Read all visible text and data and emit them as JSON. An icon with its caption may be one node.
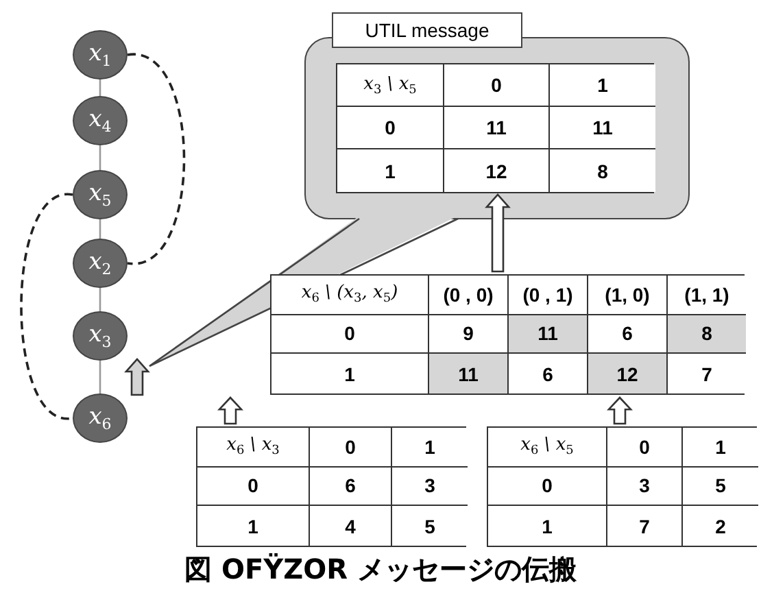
{
  "diagram": {
    "caption": "図 OFŸZOR メッセージの伝搬",
    "nodes": [
      {
        "text": [
          "x$_{1}$"
        ]
      },
      {
        "text": [
          "x$_{4}$"
        ]
      },
      {
        "text": [
          "x$_{5}$"
        ]
      },
      {
        "text": [
          "x$_{2}$"
        ]
      },
      {
        "text": [
          "x$_{3}$"
        ]
      },
      {
        "text": [
          "x$_{6}$"
        ]
      },
      {
        "text": [
          "UTIL message"
        ]
      },
      {
        "text": [
          "x$_{3}$ \\ x$_{5}$",
          "0",
          "1",
          "0",
          "11",
          "11",
          "1",
          "12",
          "8"
        ],
        "in": 6
      },
      {
        "text": [
          "x$_{6}$ \\ (x$_{3}$, x$_{5}$)",
          "(0 , 0)",
          "(0 , 1)",
          "(1, 0)",
          "(1, 1)",
          "0",
          "9",
          "11",
          "6",
          "8",
          "1",
          "11",
          "6",
          "12",
          "7"
        ]
      },
      {
        "text": [
          "x$_{6}$ \\ x$_{3}$",
          "0",
          "1",
          "0",
          "6",
          "3",
          "1",
          "4",
          "5"
        ]
      },
      {
        "text": [
          "x$_{6}$ \\ x$_{5}$",
          "0",
          "1",
          "0",
          "3",
          "5",
          "1",
          "7",
          "2"
        ]
      }
    ],
    "edges": [
      {
        "from": 0,
        "to": 1,
        "arrow": "none"
      },
      {
        "from": 1,
        "to": 2,
        "arrow": "none"
      },
      {
        "from": 2,
        "to": 3,
        "arrow": "none"
      },
      {
        "from": 3,
        "to": 4,
        "arrow": "none"
      },
      {
        "from": 4,
        "to": 5,
        "arrow": "none"
      },
      {
        "from": 0,
        "to": 3,
        "arrow": "none",
        "style": "dashed",
        "color": "#222222"
      },
      {
        "from": 2,
        "to": 5,
        "arrow": "none",
        "style": "dashed",
        "color": "#222222"
      },
      {
        "from": 5,
        "to": 4,
        "arrow": "to",
        "style": "thick"
      },
      {
        "from": 8,
        "to": 7,
        "arrow": "to",
        "style": "thick"
      },
      {
        "from": 9,
        "to": 8,
        "arrow": "to",
        "style": "thick"
      },
      {
        "from": 10,
        "to": 8,
        "arrow": "to",
        "style": "thick"
      }
    ]
  }
}
